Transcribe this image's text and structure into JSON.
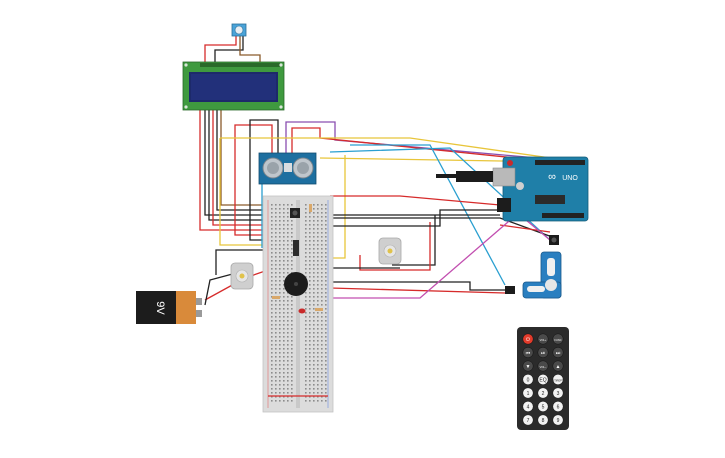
{
  "canvas": {
    "background": "#ffffff"
  },
  "battery": {
    "label": "9V",
    "body_color": "#1c1c1c",
    "cap_color": "#d98a3a"
  },
  "arduino": {
    "logo": "UNO",
    "board_color": "#1f7fa8",
    "brand_mark": "∞"
  },
  "remote": {
    "body_color": "#2b2b2b",
    "power_color": "#e23b2b",
    "rows": [
      [
        "⏻",
        "VOL+",
        "FUNC"
      ],
      [
        "⏮",
        "⏯",
        "⏭"
      ],
      [
        "▼",
        "VOL−",
        "▲"
      ],
      [
        "0",
        "EQ",
        "ST/REPT"
      ],
      [
        "1",
        "2",
        "3"
      ],
      [
        "4",
        "5",
        "6"
      ],
      [
        "7",
        "8",
        "9"
      ]
    ]
  },
  "wire_colors": {
    "red": "#d62b2b",
    "black": "#222222",
    "yellow": "#e8c53a",
    "purple": "#8a4fb0",
    "magenta": "#c24fb0",
    "blue": "#2a9fd0",
    "brown": "#8a5a2b",
    "orange": "#e08a2a"
  },
  "components": {
    "lcd": "lcd-16x2",
    "potentiometer": "potentiometer",
    "ultrasonic": "ultrasonic-sensor",
    "breadboard": "breadboard",
    "buzzer": "piezo-buzzer",
    "motor_left": "dc-motor",
    "motor_right": "dc-motor",
    "servo": "servo-motor",
    "ir_receiver": "ir-receiver"
  }
}
